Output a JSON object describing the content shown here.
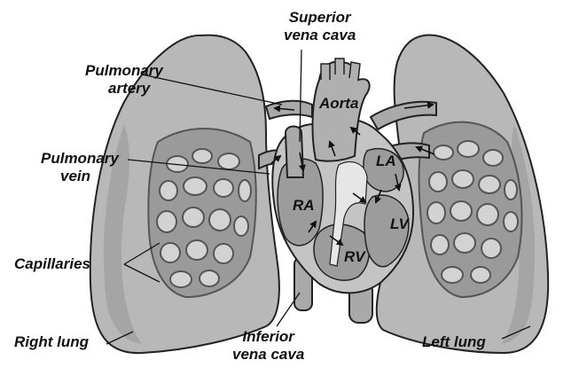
{
  "labels": {
    "superior_vena_cava": [
      "Superior",
      "vena cava"
    ],
    "pulmonary_artery": [
      "Pulmonary",
      "artery"
    ],
    "aorta": "Aorta",
    "pulmonary_vein": [
      "Pulmonary",
      "vein"
    ],
    "la": "LA",
    "ra": "RA",
    "lv": "LV",
    "rv": "RV",
    "capillaries": "Capillaries",
    "right_lung": "Right lung",
    "inferior_vena_cava": [
      "Inferior",
      "vena cava"
    ],
    "left_lung": "Left lung"
  },
  "colors": {
    "lung_fill": "#b8b8b8",
    "lung_shadow": "#8f8f8f",
    "vessel_fill": "#a9a9a9",
    "heart_fill": "#c4c4c4",
    "chamber_fill": "#9c9c9c",
    "septum_fill": "#e6e6e6",
    "line": "#222222",
    "text": "#111111"
  },
  "icons": [
    "flow-arrow-icon",
    "leader-line"
  ]
}
